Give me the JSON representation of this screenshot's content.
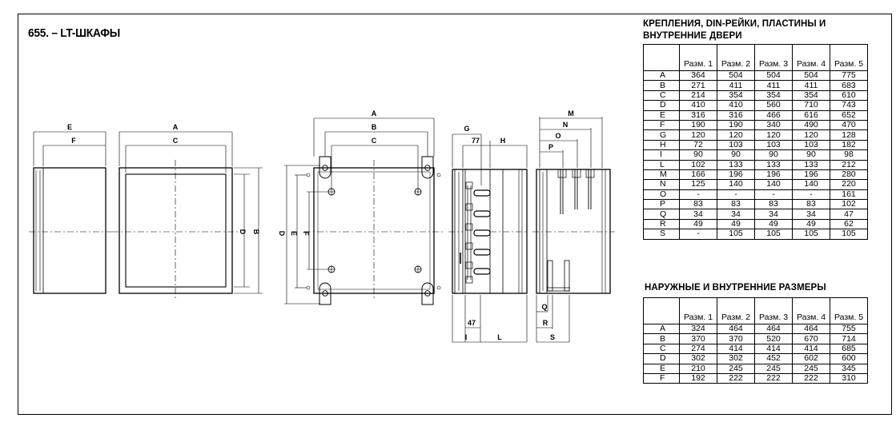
{
  "page_title": "655. – LT-ШКАФЫ",
  "drawing_labels": {
    "front_e": "E",
    "front_f": "F",
    "front_a": "A",
    "front_c": "C",
    "front_d": "D",
    "front_b": "B",
    "mount_a": "A",
    "mount_b": "B",
    "mount_c": "C",
    "mount_d": "D",
    "mount_e": "E",
    "mount_f": "F",
    "side_g": "G",
    "side_77": "77",
    "side_h": "H",
    "side_47": "47",
    "side_i": "I",
    "side_l": "L",
    "rear_m": "M",
    "rear_n": "N",
    "rear_o": "O",
    "rear_p": "P",
    "rear_q": "Q",
    "rear_r": "R",
    "rear_s": "S"
  },
  "table1": {
    "title_line1": "КРЕПЛЕНИЯ, DIN-РЕЙКИ, ПЛАСТИНЫ И",
    "title_line2": "ВНУТРЕННИЕ ДВЕРИ",
    "headers": [
      "Разм. 1",
      "Разм. 2",
      "Разм. 3",
      "Разм. 4",
      "Разм. 5"
    ],
    "rows": [
      {
        "label": "A",
        "values": [
          "364",
          "504",
          "504",
          "504",
          "775"
        ]
      },
      {
        "label": "B",
        "values": [
          "271",
          "411",
          "411",
          "411",
          "683"
        ]
      },
      {
        "label": "C",
        "values": [
          "214",
          "354",
          "354",
          "354",
          "610"
        ]
      },
      {
        "label": "D",
        "values": [
          "410",
          "410",
          "560",
          "710",
          "743"
        ]
      },
      {
        "label": "E",
        "values": [
          "316",
          "316",
          "466",
          "616",
          "652"
        ]
      },
      {
        "label": "F",
        "values": [
          "190",
          "190",
          "340",
          "490",
          "470"
        ]
      },
      {
        "label": "G",
        "values": [
          "120",
          "120",
          "120",
          "120",
          "128"
        ]
      },
      {
        "label": "H",
        "values": [
          "72",
          "103",
          "103",
          "103",
          "182"
        ]
      },
      {
        "label": "I",
        "values": [
          "90",
          "90",
          "90",
          "90",
          "98"
        ]
      },
      {
        "label": "L",
        "values": [
          "102",
          "133",
          "133",
          "133",
          "212"
        ]
      },
      {
        "label": "M",
        "values": [
          "166",
          "196",
          "196",
          "196",
          "280"
        ]
      },
      {
        "label": "N",
        "values": [
          "125",
          "140",
          "140",
          "140",
          "220"
        ]
      },
      {
        "label": "O",
        "values": [
          "-",
          "-",
          "-",
          "-",
          "161"
        ]
      },
      {
        "label": "P",
        "values": [
          "83",
          "83",
          "83",
          "83",
          "102"
        ]
      },
      {
        "label": "Q",
        "values": [
          "34",
          "34",
          "34",
          "34",
          "47"
        ]
      },
      {
        "label": "R",
        "values": [
          "49",
          "49",
          "49",
          "49",
          "62"
        ]
      },
      {
        "label": "S",
        "values": [
          "-",
          "105",
          "105",
          "105",
          "105"
        ]
      }
    ]
  },
  "table2": {
    "title": "НАРУЖНЫЕ И ВНУТРЕННИЕ РАЗМЕРЫ",
    "headers": [
      "Разм. 1",
      "Разм. 2",
      "Разм. 3",
      "Разм. 4",
      "Разм. 5"
    ],
    "rows": [
      {
        "label": "A",
        "values": [
          "324",
          "464",
          "464",
          "464",
          "755"
        ]
      },
      {
        "label": "B",
        "values": [
          "370",
          "370",
          "520",
          "670",
          "714"
        ]
      },
      {
        "label": "C",
        "values": [
          "274",
          "414",
          "414",
          "414",
          "685"
        ]
      },
      {
        "label": "D",
        "values": [
          "302",
          "302",
          "452",
          "602",
          "600"
        ]
      },
      {
        "label": "E",
        "values": [
          "210",
          "245",
          "245",
          "245",
          "345"
        ]
      },
      {
        "label": "F",
        "values": [
          "192",
          "222",
          "222",
          "222",
          "310"
        ]
      }
    ]
  }
}
